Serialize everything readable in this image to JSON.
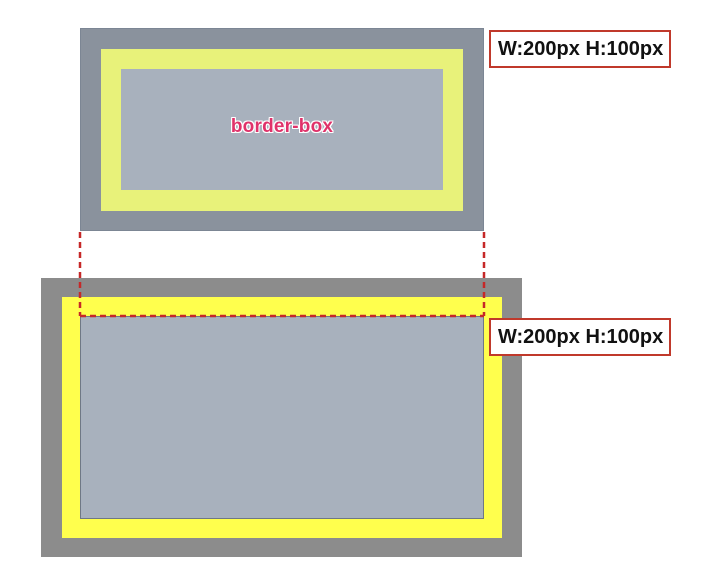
{
  "top_box": {
    "label": "border-box",
    "size_label": "W:200px H:100px"
  },
  "bottom_box": {
    "size_label": "W:200px H:100px"
  },
  "colors": {
    "top_border": "#8a929d",
    "top_padding": "#e8f27a",
    "top_content": "#a8b1bd",
    "bottom_border": "#8c8c8c",
    "bottom_padding": "#ffff4d",
    "bottom_content": "#a8b1bd",
    "label_text": "#e0326a",
    "size_label_frame": "#c0392b",
    "guide_line": "#c62828"
  }
}
